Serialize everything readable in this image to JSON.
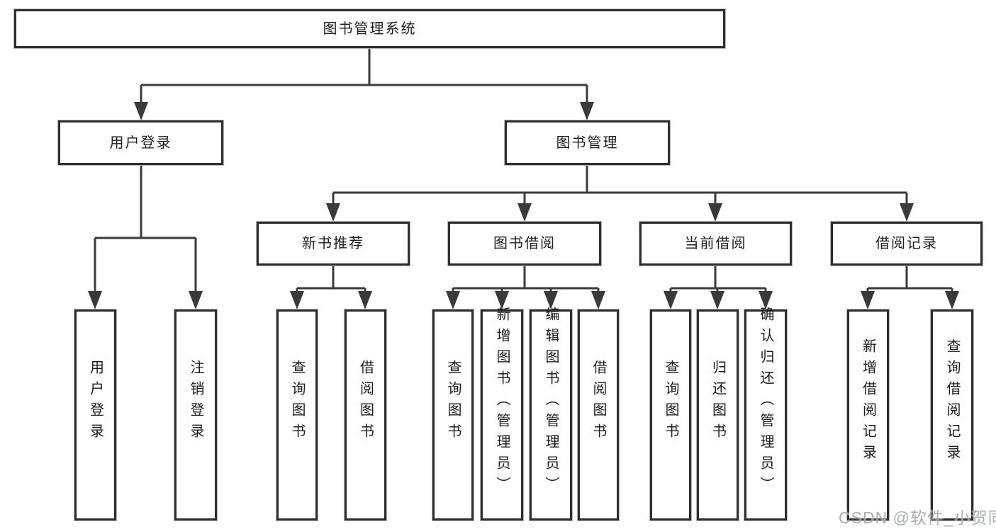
{
  "watermark": "CSDN @软件_小贺同学",
  "colors": {
    "line": "#3a3a3a",
    "border": "#2e2e2e",
    "text": "#1d1d1d",
    "watermark": "#a2a7ae"
  },
  "tree": {
    "root": {
      "label": "图书管理系统",
      "children": [
        {
          "label": "用户登录",
          "children": [
            {
              "label": "用户登录"
            },
            {
              "label": "注销登录"
            }
          ]
        },
        {
          "label": "图书管理",
          "children": [
            {
              "label": "新书推荐",
              "children": [
                {
                  "label": "查询图书"
                },
                {
                  "label": "借阅图书"
                }
              ]
            },
            {
              "label": "图书借阅",
              "children": [
                {
                  "label": "查询图书"
                },
                {
                  "label": "新增图书（管理员）"
                },
                {
                  "label": "编辑图书（管理员）"
                },
                {
                  "label": "借阅图书"
                }
              ]
            },
            {
              "label": "当前借阅",
              "children": [
                {
                  "label": "查询图书"
                },
                {
                  "label": "归还图书"
                },
                {
                  "label": "确认归还（管理员）"
                }
              ]
            },
            {
              "label": "借阅记录",
              "children": [
                {
                  "label": "新增借阅记录"
                },
                {
                  "label": "查询借阅记录"
                }
              ]
            }
          ]
        }
      ]
    }
  }
}
